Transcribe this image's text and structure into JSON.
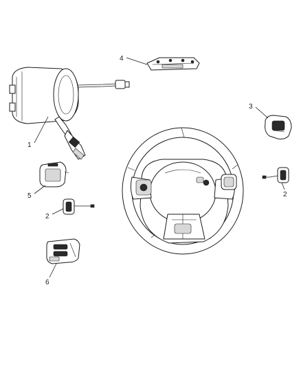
{
  "callouts": [
    {
      "id": "c1",
      "text": "1"
    },
    {
      "id": "c2a",
      "text": "2"
    },
    {
      "id": "c2b",
      "text": "2"
    },
    {
      "id": "c3",
      "text": "3"
    },
    {
      "id": "c4",
      "text": "4"
    },
    {
      "id": "c5",
      "text": "5"
    },
    {
      "id": "c6",
      "text": "6"
    }
  ]
}
